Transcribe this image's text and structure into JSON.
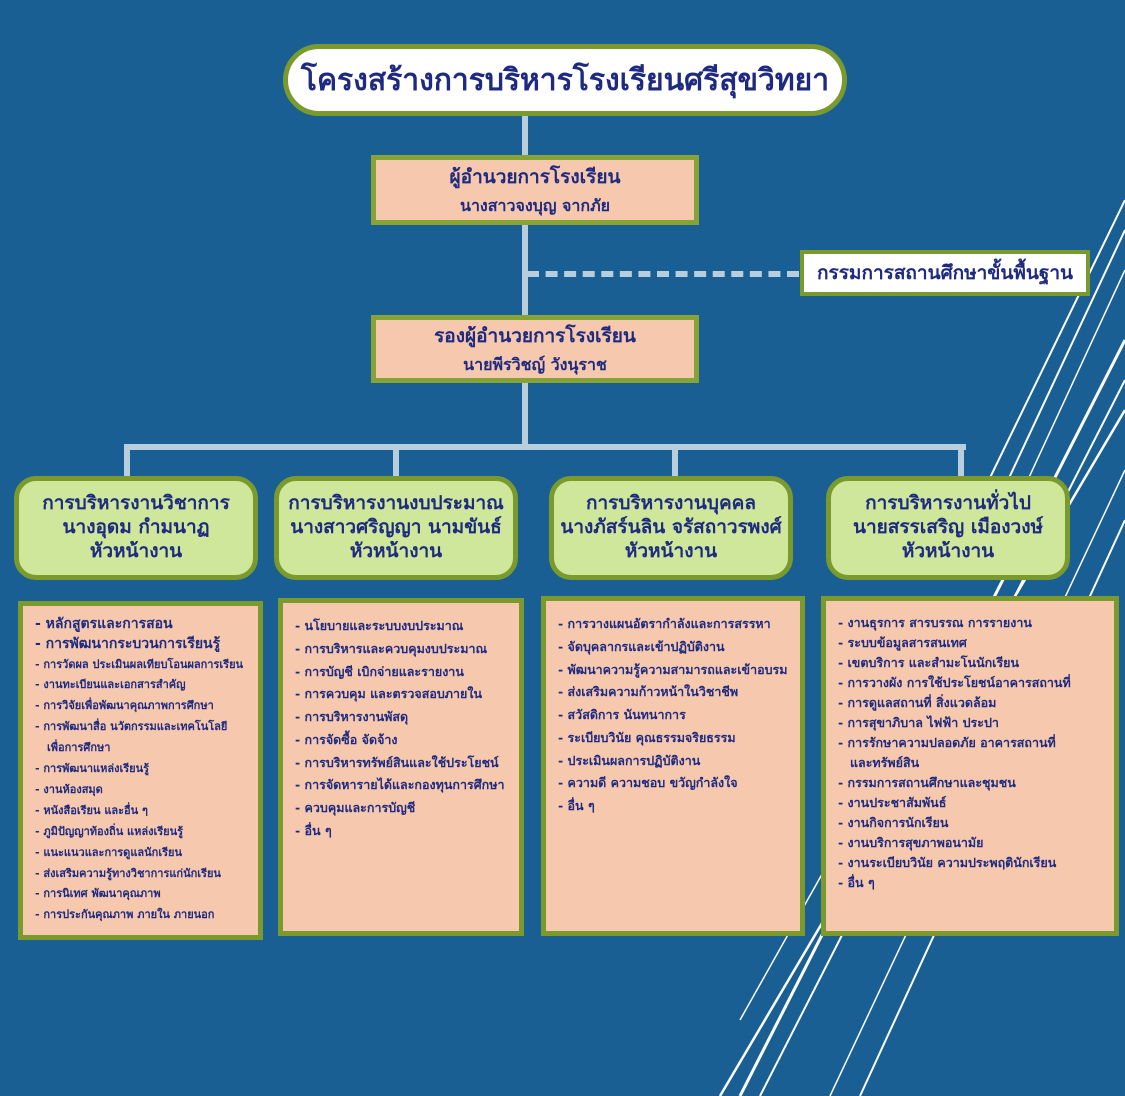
{
  "title": "โครงสร้างการบริหารโรงเรียนศรีสุขวิทยา",
  "director": {
    "role": "ผู้อำนวยการโรงเรียน",
    "name": "นางสาวจงบุญ  จากภัย"
  },
  "committee": "กรรมการสถานศึกษาขั้นพื้นฐาน",
  "deputy": {
    "role": "รองผู้อำนวยการโรงเรียน",
    "name": "นายพีรวิชญ์ วังนุราช"
  },
  "departments": [
    {
      "name": "การบริหารงานวิชาการ",
      "head": "นางอุดม กำมนาฏ",
      "head_title": "หัวหน้างาน",
      "tasks": [
        "- หลักสูตรและการสอน",
        "- การพัฒนากระบวนการเรียนรู้",
        "- การวัดผล ประเมินผลเทียบโอนผลการเรียน",
        "- งานทะเบียนและเอกสารสำคัญ",
        "- การวิจัยเพื่อพัฒนาคุณภาพการศึกษา",
        "- การพัฒนาสื่อ นวัตกรรมและเทคโนโลยี",
        "เพื่อการศึกษา",
        "- การพัฒนาแหล่งเรียนรู้",
        "- งานห้องสมุด",
        "- หนังสือเรียน และอื่น ๆ",
        "- ภูมิปัญญาท้องถิ่น แหล่งเรียนรู้",
        "- แนะแนวและการดูแลนักเรียน",
        "- ส่งเสริมความรู้ทางวิชาการแก่นักเรียน",
        "- การนิเทศ พัฒนาคุณภาพ",
        "- การประกันคุณภาพ ภายใน ภายนอก"
      ]
    },
    {
      "name": "การบริหารงานงบประมาณ",
      "head": "นางสาวศริญญา นามขันธ์",
      "head_title": "หัวหน้างาน",
      "tasks": [
        "- นโยบายและระบบงบประมาณ",
        "- การบริหารและควบคุมงบประมาณ",
        "- การบัญชี เบิกจ่ายและรายงาน",
        "- การควบคุม และตรวจสอบภายใน",
        "- การบริหารงานพัสดุ",
        "- การจัดซื้อ จัดจ้าง",
        "- การบริหารทรัพย์สินและใช้ประโยชน์",
        "- การจัดหารายได้และกองทุนการศึกษา",
        "- ควบคุมและการบัญชี",
        "- อื่น ๆ"
      ]
    },
    {
      "name": "การบริหารงานบุคคล",
      "head": "นางภัสร์นลิน จรัสถาวรพงศ์",
      "head_title": "หัวหน้างาน",
      "tasks": [
        "- การวางแผนอัตรากำลังและการสรรหา",
        "- จัดบุคลากรและเข้าปฏิบัติงาน",
        "- พัฒนาความรู้ความสามารถและเข้าอบรม",
        "- ส่งเสริมความก้าวหน้าในวิชาชีพ",
        "- สวัสดิการ นันทนาการ",
        "- ระเบียบวินัย คุณธรรมจริยธรรม",
        "- ประเมินผลการปฏิบัติงาน",
        "- ความดี ความชอบ ขวัญกำลังใจ",
        "- อื่น ๆ"
      ]
    },
    {
      "name": "การบริหารงานทั่วไป",
      "head": "นายสรรเสริญ เมืองวงษ์",
      "head_title": "หัวหน้างาน",
      "tasks": [
        "- งานธุรการ สารบรรณ การรายงาน",
        "- ระบบข้อมูลสารสนเทศ",
        "- เขตบริการ และสำมะโนนักเรียน",
        "- การวางผัง การใช้ประโยชน์อาคารสถานที่",
        "- การดูแลสถานที่ สิ่งแวดล้อม",
        "- การสุขาภิบาล ไฟฟ้า ประปา",
        "- การรักษาความปลอดภัย อาคารสถานที่",
        "และทรัพย์สิน",
        "- กรรมการสถานศึกษาและชุมชน",
        "- งานประชาสัมพันธ์",
        "- งานกิจการนักเรียน",
        "- งานบริการสุขภาพอนามัย",
        "- งานระเบียบวินัย ความประพฤตินักเรียน",
        "- อื่น ๆ"
      ]
    }
  ]
}
